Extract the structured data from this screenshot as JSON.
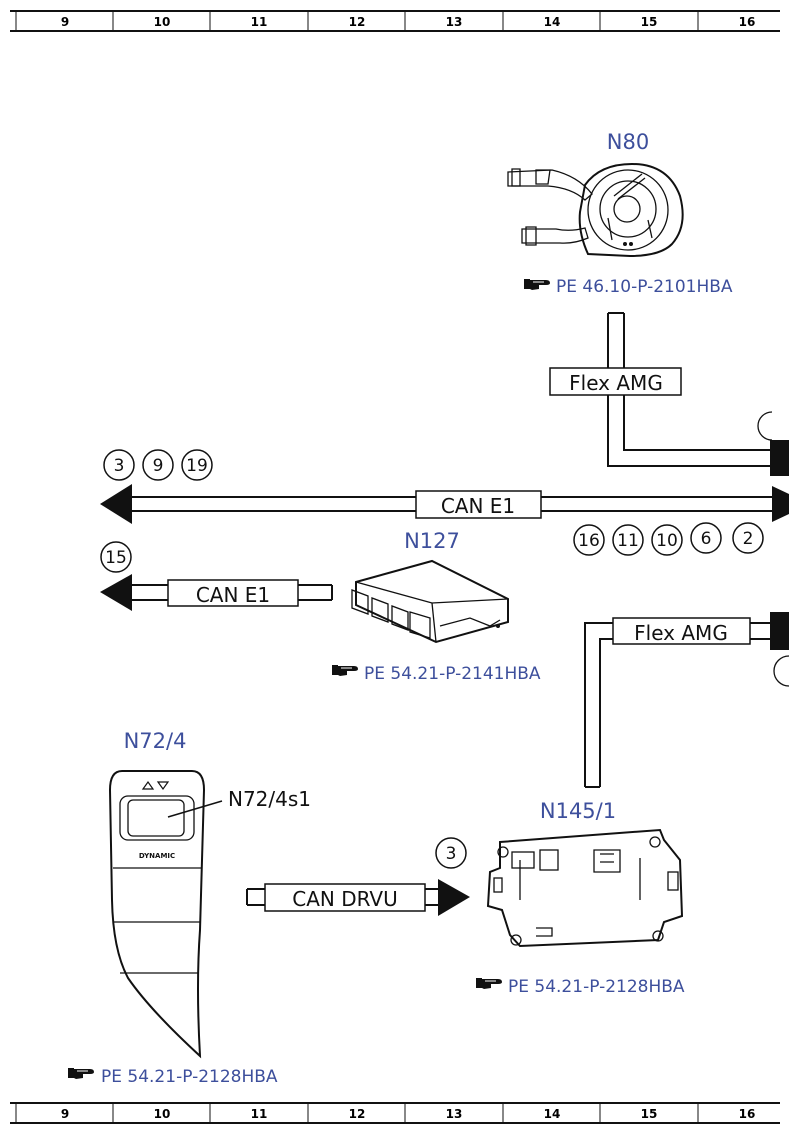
{
  "ruler": {
    "numbers": [
      "9",
      "10",
      "11",
      "12",
      "13",
      "14",
      "15",
      "16"
    ]
  },
  "components": {
    "n80": {
      "label": "N80",
      "ref": "PE 46.10-P-2101HBA"
    },
    "n127": {
      "label": "N127",
      "ref": "PE 54.21-P-2141HBA"
    },
    "n72_4": {
      "label": "N72/4",
      "sub_label": "N72/4s1",
      "button_text": "DYNAMIC",
      "ref": "PE 54.21-P-2128HBA"
    },
    "n145_1": {
      "label": "N145/1",
      "ref": "PE 54.21-P-2128HBA"
    }
  },
  "buses": {
    "flex_amg_top": "Flex AMG",
    "can_e1_main": "CAN E1",
    "can_e1_lower": "CAN E1",
    "flex_amg_mid": "Flex AMG",
    "can_drvu": "CAN DRVU"
  },
  "refs_left_main": [
    "3",
    "9",
    "19"
  ],
  "refs_right_main": [
    "16",
    "11",
    "10",
    "6",
    "2"
  ],
  "refs_lower_left": [
    "15"
  ],
  "refs_drvu": [
    "3"
  ],
  "colors": {
    "label_blue": "#3d4f9c",
    "line": "#111111"
  },
  "icons": {
    "reference": "pointing-hand-icon"
  }
}
